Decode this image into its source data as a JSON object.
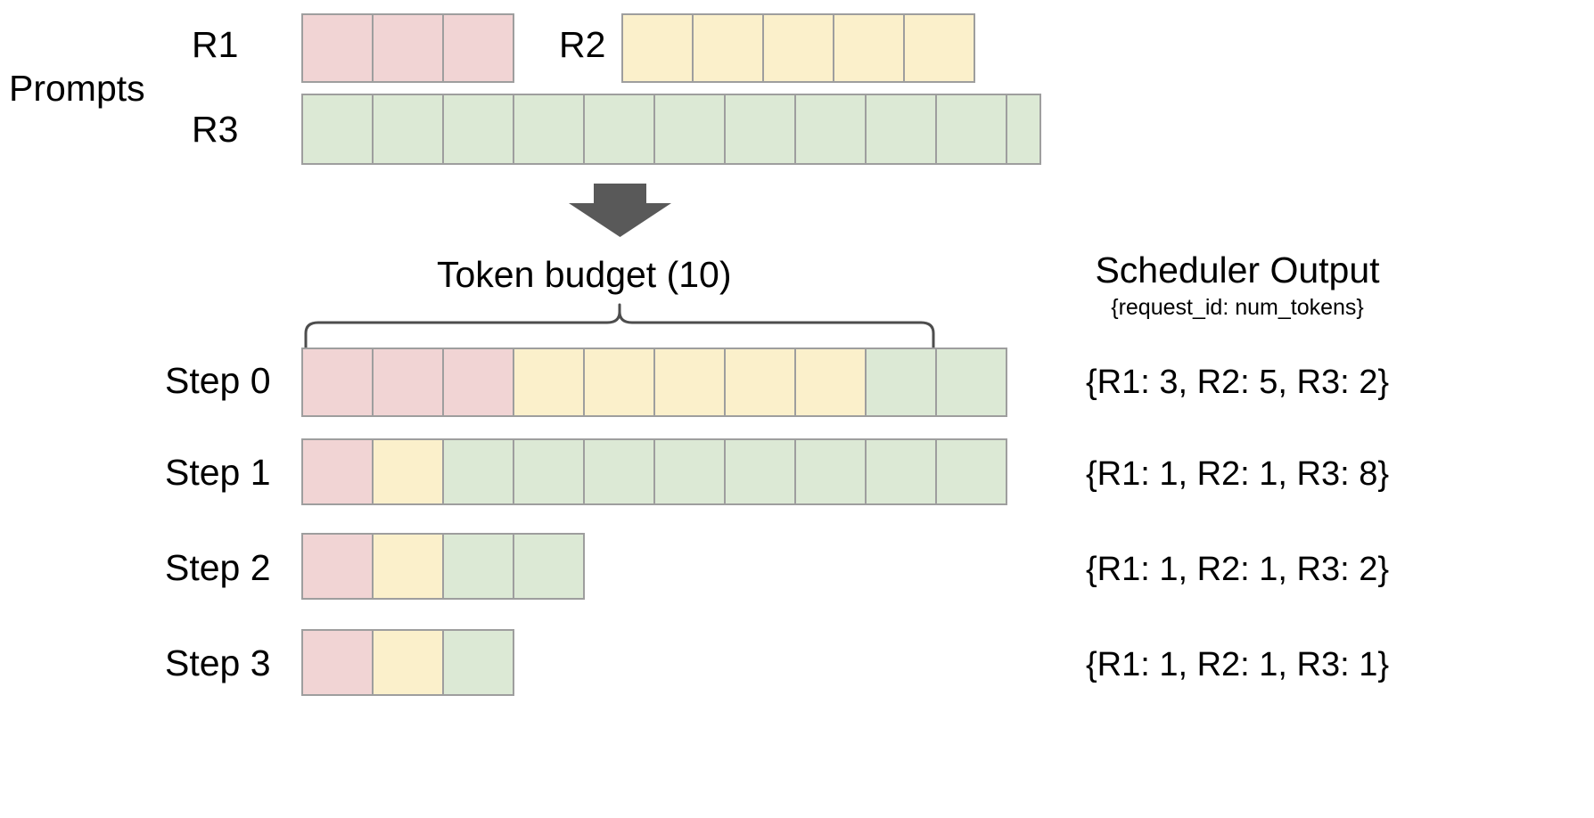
{
  "diagram": {
    "prompts_label": "Prompts",
    "token_budget_label": "Token  budget (10)",
    "scheduler_output_title": "Scheduler Output",
    "scheduler_output_subtitle": "{request_id: num_tokens}",
    "arrow_icon": "down-arrow-icon",
    "brace_icon": "curly-brace-icon"
  },
  "colors": {
    "r1": "#f1d4d4",
    "r2": "#fbf0cb",
    "r3": "#dce9d5",
    "cell_border": "#9e9e9e",
    "arrow": "#595959",
    "brace": "#4d4d4d",
    "text": "#000000"
  },
  "prompts": [
    {
      "id": "R1",
      "label": "R1",
      "color_key": "r1",
      "num_tokens": 3
    },
    {
      "id": "R2",
      "label": "R2",
      "color_key": "r2",
      "num_tokens": 5
    },
    {
      "id": "R3",
      "label": "R3",
      "color_key": "r3",
      "num_tokens": 10
    }
  ],
  "token_budget": 10,
  "steps": [
    {
      "label": "Step 0",
      "output": "{R1: 3, R2: 5, R3: 2}",
      "allocation": [
        {
          "request": "R1",
          "color_key": "r1",
          "count": 3
        },
        {
          "request": "R2",
          "color_key": "r2",
          "count": 5
        },
        {
          "request": "R3",
          "color_key": "r3",
          "count": 2
        }
      ]
    },
    {
      "label": "Step 1",
      "output": "{R1: 1, R2: 1, R3: 8}",
      "allocation": [
        {
          "request": "R1",
          "color_key": "r1",
          "count": 1
        },
        {
          "request": "R2",
          "color_key": "r2",
          "count": 1
        },
        {
          "request": "R3",
          "color_key": "r3",
          "count": 8
        }
      ]
    },
    {
      "label": "Step 2",
      "output": "{R1: 1, R2: 1, R3: 2}",
      "allocation": [
        {
          "request": "R1",
          "color_key": "r1",
          "count": 1
        },
        {
          "request": "R2",
          "color_key": "r2",
          "count": 1
        },
        {
          "request": "R3",
          "color_key": "r3",
          "count": 2
        }
      ]
    },
    {
      "label": "Step 3",
      "output": "{R1: 1, R2: 1, R3: 1}",
      "allocation": [
        {
          "request": "R1",
          "color_key": "r1",
          "count": 1
        },
        {
          "request": "R2",
          "color_key": "r2",
          "count": 1
        },
        {
          "request": "R3",
          "color_key": "r3",
          "count": 1
        }
      ]
    }
  ]
}
